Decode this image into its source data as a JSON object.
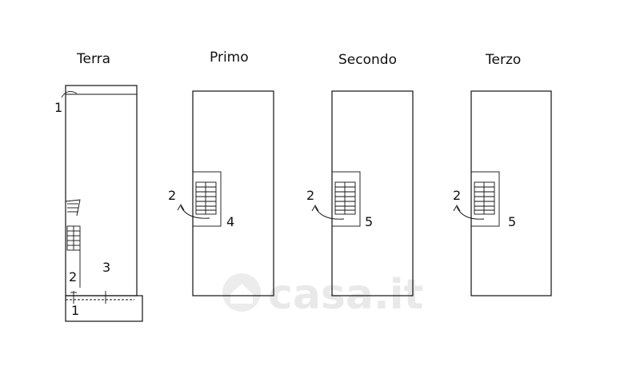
{
  "watermark": {
    "text": "casa.it",
    "icon": "house-icon"
  },
  "floors": [
    {
      "id": "terra",
      "title": "Terra",
      "labels": [
        "1",
        "2",
        "3",
        "1"
      ]
    },
    {
      "id": "primo",
      "title": "Primo",
      "labels": [
        "2",
        "4"
      ]
    },
    {
      "id": "secondo",
      "title": "Secondo",
      "labels": [
        "2",
        "5"
      ]
    },
    {
      "id": "terzo",
      "title": "Terzo",
      "labels": [
        "2",
        "5"
      ]
    }
  ]
}
